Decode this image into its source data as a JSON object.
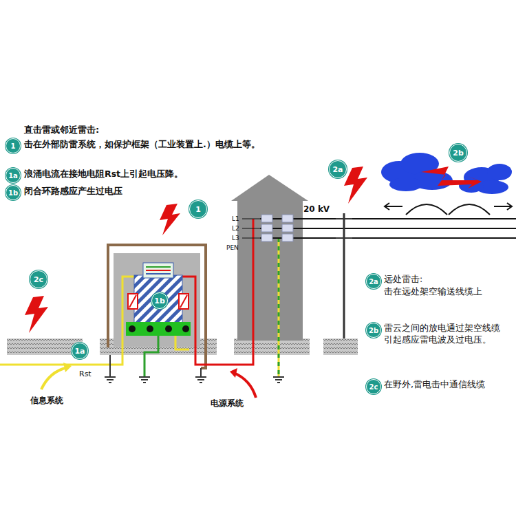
{
  "diagram": {
    "nodes": [
      {
        "text": [
          "1"
        ]
      },
      {
        "text": [
          "1a"
        ]
      },
      {
        "text": [
          "1b"
        ]
      },
      {
        "text": [
          "2b"
        ]
      },
      {
        "text": [
          "2a"
        ]
      },
      {
        "text": [
          "1"
        ]
      },
      {
        "text": [
          "2c"
        ]
      },
      {
        "text": [
          "2a"
        ]
      },
      {
        "text": [
          "1b"
        ]
      },
      {
        "text": [
          "2b"
        ]
      },
      {
        "text": [
          "1a"
        ]
      },
      {
        "text": [
          "2c"
        ]
      }
    ],
    "labels": [
      "直击雷或邻近雷击:",
      "击在外部防雷系统，如保护框架（工业装置上.）电缆上等。",
      "浪涌电流在接地电阻Rst上引起电压降。",
      "闭合环路感应产生过电压",
      "20 kV",
      "L1",
      "L2",
      "L3",
      "PEN",
      "远处雷击:",
      "击在远处架空输送线缆上",
      "雷云之间的放电通过架空线缆引起感应雷电波及过电压。",
      "在野外,雷电击中通信线缆",
      "Rst",
      "信息系统",
      "电源系统"
    ]
  }
}
